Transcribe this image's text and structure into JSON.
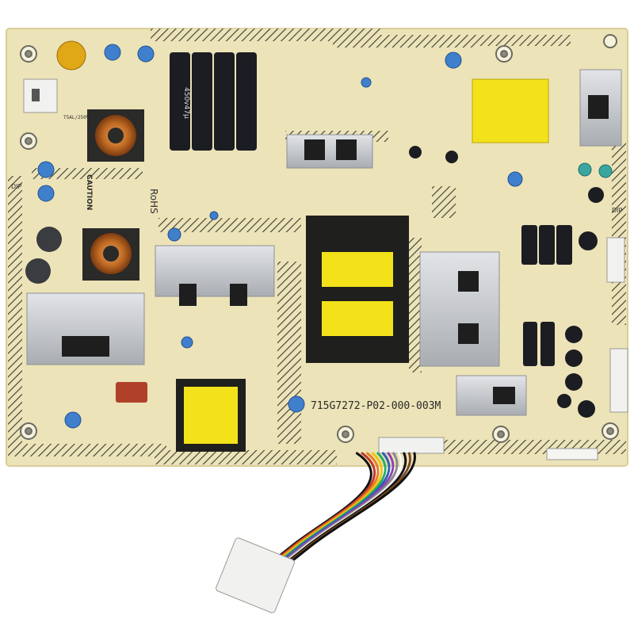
{
  "board": {
    "part_number": "715G7272-P02-000-003M",
    "rohs": "RoHS",
    "caution": "CAUTION",
    "dip": "DIP",
    "fuse_rating": "T5AL/250V"
  },
  "capacitors": {
    "bulk_label": "450v47μ"
  },
  "colors": {
    "board": "#ece3b8",
    "board_edge": "#d9cd98",
    "trace_hatch": "#3a3a34",
    "transformer_yellow": "#f3e21a",
    "heatsink": "#c9ccd0",
    "capacitor_black": "#1b1d22",
    "y_capacitor_blue": "#3f7fcc",
    "fuse_yellow": "#e0a716",
    "connector_white": "#f1f1ef"
  },
  "wire_colors": [
    "#111111",
    "#c0392b",
    "#e67e22",
    "#f1c40f",
    "#27ae60",
    "#2e5fb5",
    "#8e44ad",
    "#8a8a8a",
    "#f5f5f5",
    "#111111",
    "#7a4a1e",
    "#111111"
  ]
}
